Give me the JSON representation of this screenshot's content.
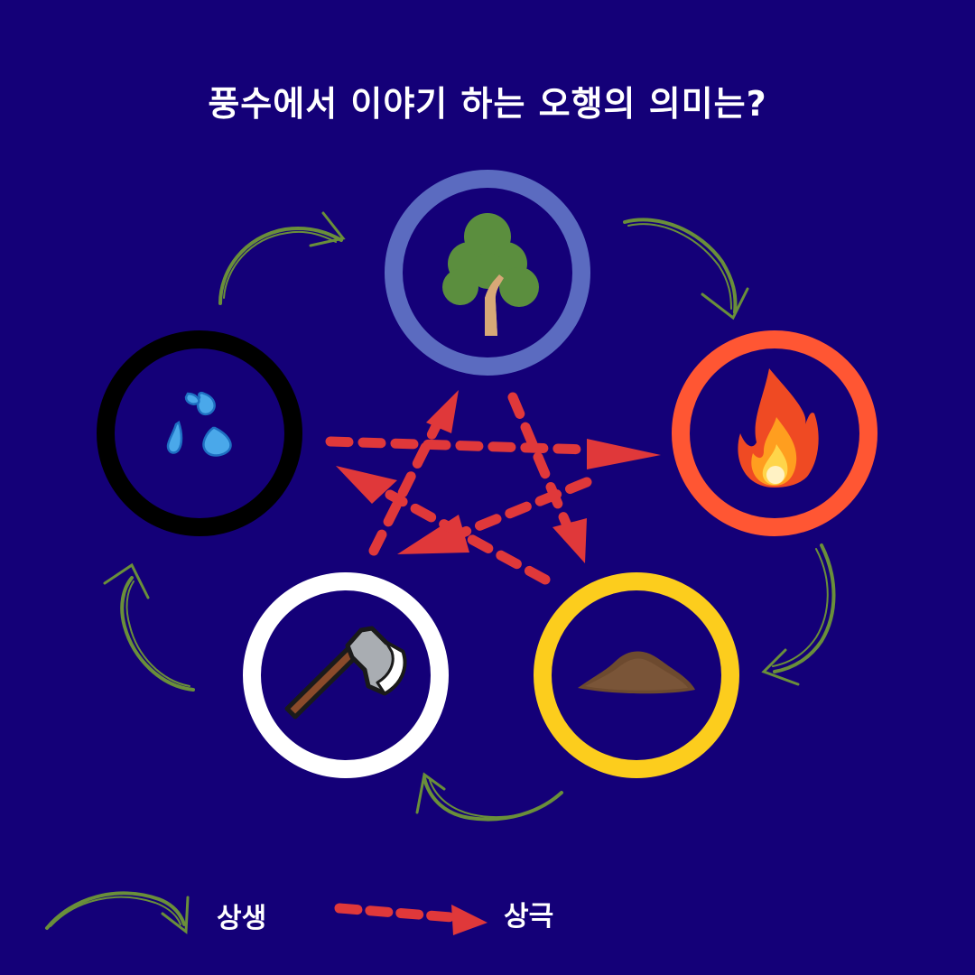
{
  "title": "풍수에서 이야기 하는 오행의 의미는?",
  "elements": [
    {
      "id": "wood",
      "icon": "tree-icon",
      "ring_color": "#5b6bc0"
    },
    {
      "id": "fire",
      "icon": "fire-icon",
      "ring_color": "#ff5633"
    },
    {
      "id": "earth",
      "icon": "soil-pile-icon",
      "ring_color": "#fccd1d"
    },
    {
      "id": "metal",
      "icon": "axe-icon",
      "ring_color": "#ffffff"
    },
    {
      "id": "water",
      "icon": "water-drops-icon",
      "ring_color": "#000000"
    }
  ],
  "legend": {
    "sangsaeng": "상생",
    "sanggeuk": "상극"
  },
  "colors": {
    "background": "#140078",
    "generating_arrow": "#6a8f3a",
    "controlling_arrow": "#e0383a"
  }
}
